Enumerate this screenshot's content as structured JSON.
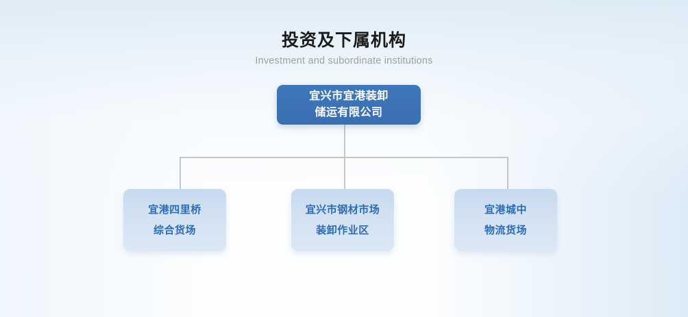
{
  "heading": {
    "title_cn": "投资及下属机构",
    "title_en": "Investment and subordinate institutions"
  },
  "colors": {
    "root_node_bg": "#3a72b8",
    "root_node_text": "#ffffff",
    "leaf_node_bg": "#d0dff0",
    "leaf_node_text": "#2b6cb4",
    "connector_line": "#c4c6c8",
    "title_text": "#1b1b1b",
    "subtitle_text": "#9aa2ab",
    "page_bg_tint": "#e3eef8"
  },
  "org_chart": {
    "root": {
      "label": "宜兴市宜港装卸储运有限公司",
      "line_1": "宜兴市宜港装卸",
      "line_2": "储运有限公司"
    },
    "children": [
      {
        "label": "宜港四里桥综合货场",
        "line_1": "宜港四里桥",
        "line_2": "综合货场"
      },
      {
        "label": "宜兴市钢材市场装卸作业区",
        "line_1": "宜兴市钢材市场",
        "line_2": "装卸作业区"
      },
      {
        "label": "宜港城中物流货场",
        "line_1": "宜港城中",
        "line_2": "物流货场"
      }
    ]
  }
}
